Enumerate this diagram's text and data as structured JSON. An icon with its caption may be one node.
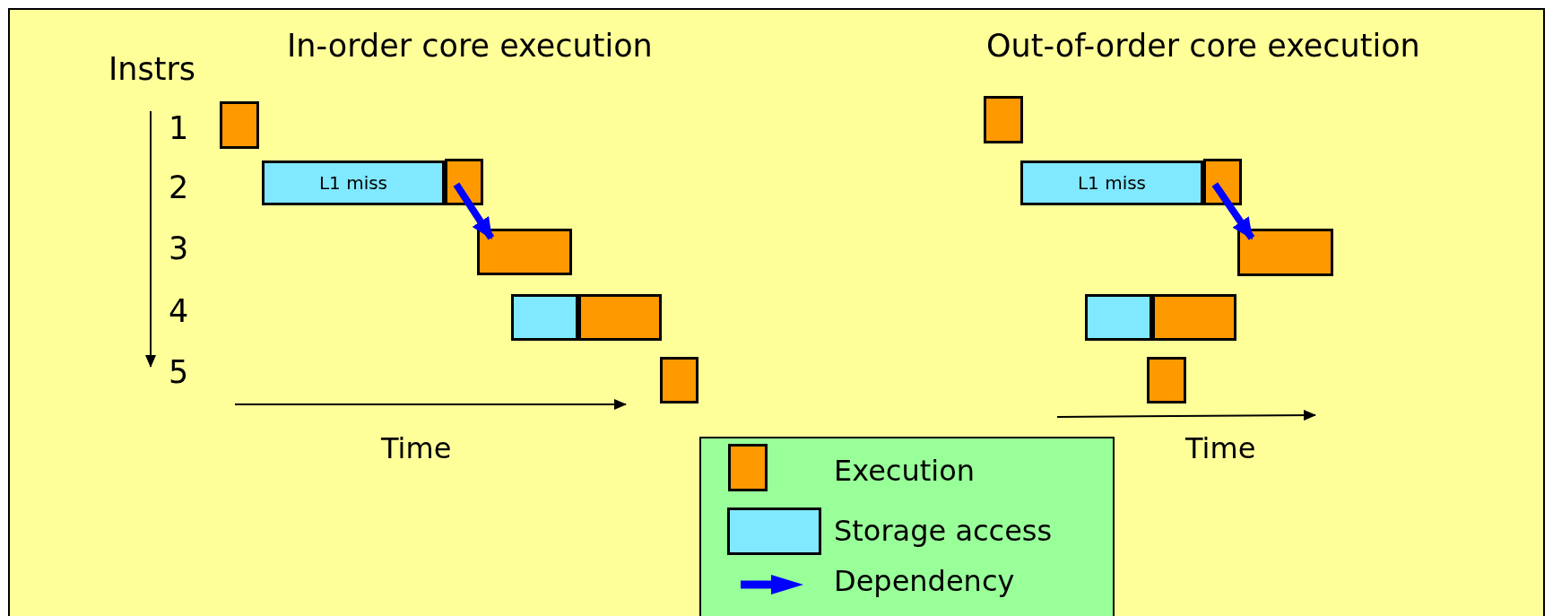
{
  "diagram": {
    "nodes": [
      {
        "text": [],
        "shape": "box"
      },
      {
        "text": [
          "L1 miss"
        ]
      },
      {
        "text": [],
        "shape": "box"
      },
      {
        "text": [],
        "shape": "box"
      },
      {
        "text": [],
        "shape": "box"
      },
      {
        "text": [],
        "shape": "box"
      },
      {
        "text": [],
        "shape": "box"
      },
      {
        "text": [],
        "shape": "box"
      },
      {
        "text": [
          "L1 miss"
        ]
      },
      {
        "text": [],
        "shape": "box"
      },
      {
        "text": [],
        "shape": "box"
      },
      {
        "text": [],
        "shape": "box"
      },
      {
        "text": [],
        "shape": "box"
      },
      {
        "text": [],
        "shape": "box"
      }
    ],
    "edges": [
      {
        "from": 2,
        "to": 3,
        "arrow": "to"
      },
      {
        "from": 9,
        "to": 10,
        "arrow": "to"
      }
    ],
    "labels": [
      "In-order core execution",
      "Out-of-order core execution",
      "Instrs",
      "1",
      "2",
      "3",
      "4",
      "5",
      "Time",
      "Time"
    ],
    "legend": [
      {
        "text": "Execution",
        "color": "#ff9900"
      },
      {
        "text": "Storage access",
        "color": "#80e8ff"
      },
      {
        "text": "Dependency"
      }
    ]
  }
}
